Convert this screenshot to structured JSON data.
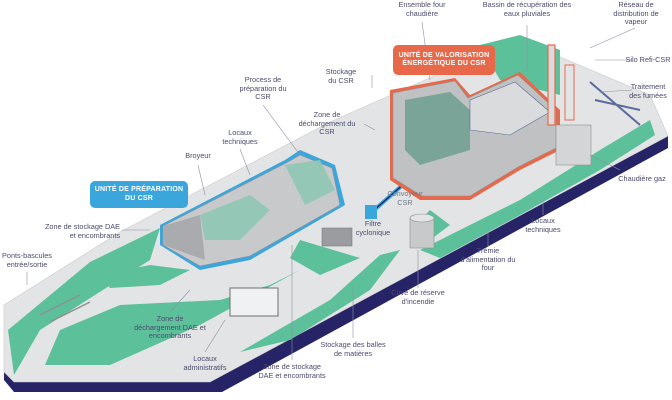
{
  "colors": {
    "platform": "#e3e4e5",
    "green": "#5cc09a",
    "edge": "#262466",
    "prep_unit": "#3aa6dc",
    "valorisation_unit": "#e8694a",
    "label_text": "#4b4b6e"
  },
  "units": {
    "preparation": "UNITÉ DE PRÉPARATION DU CSR",
    "valorisation": "UNITÉ DE VALORISATION ÉNERGÉTIQUE DU CSR"
  },
  "labels": {
    "process_preparation": "Process de préparation du CSR",
    "stockage_csr": "Stockage du CSR",
    "zone_dechargement_csr": "Zone de déchargement du CSR",
    "locaux_techniques_1": "Locaux techniques",
    "broyeur": "Broyeur",
    "ensemble_four": "Ensemble four chaudière",
    "bassin": "Bassin de récupération des eaux pluviales",
    "reseau_vapeur": "Réseau de distribution de vapeur",
    "silo": "Silo Refi-CSR",
    "traitement_fumees": "Traitement des fumées",
    "chaudiere_gaz": "Chaudière gaz",
    "convoyeur": "Convoyeur CSR",
    "filtre": "Filtre cyclonique",
    "locaux_techniques_2": "Locaux techniques",
    "tremie": "Trémie d'alimentation du four",
    "zone_stockage_dae_1": "Zone de stockage DAE et encombrants",
    "ponts_bascules": "Ponts-bascules entrée/sortie",
    "cuve": "Cuve de réserve d'incendie",
    "zone_dechargement_dae": "Zone de déchargement DAE et encombrants",
    "locaux_admin": "Locaux administratifs",
    "stockage_balles": "Stockage des balles de matières",
    "zone_stockage_dae_2": "Zone de stockage DAE et encombrants"
  }
}
